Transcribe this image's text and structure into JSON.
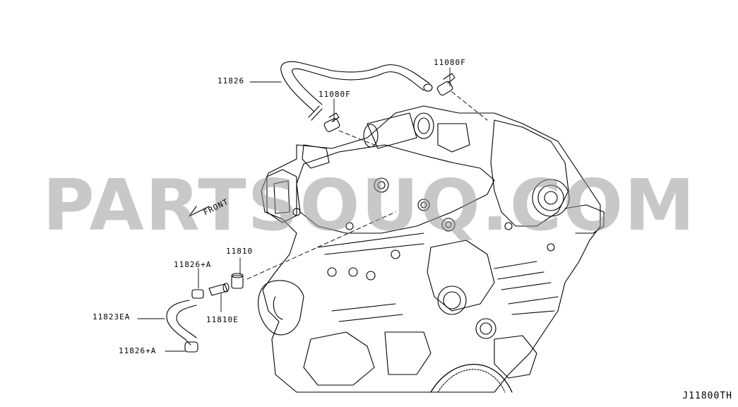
{
  "diagram": {
    "part_labels": {
      "l1": "11826",
      "l2": "11080F",
      "l3": "11080F",
      "l4": "11810",
      "l5": "11826+A",
      "l6": "11823EA",
      "l7": "11810E",
      "l8": "11826+A"
    },
    "front_label": "FRONT",
    "diagram_code": "J11800TH",
    "watermark": "PARTSOUQ.COM"
  },
  "colors": {
    "line": "#000000",
    "watermark": "#969696",
    "background": "#ffffff"
  }
}
